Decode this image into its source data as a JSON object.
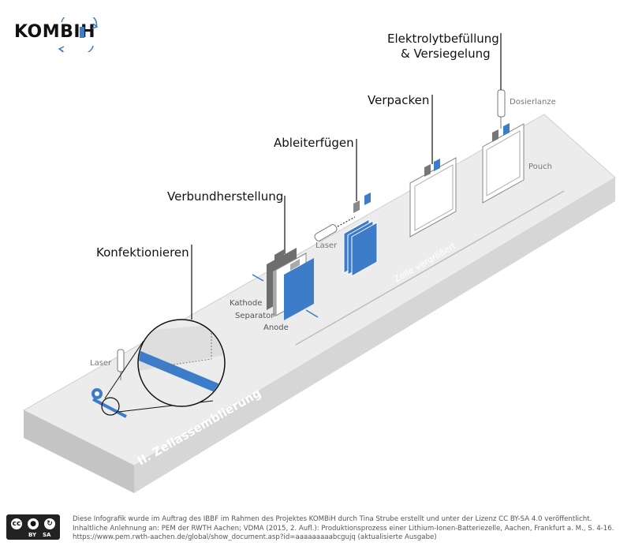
{
  "logo": {
    "text": "KOMBIH"
  },
  "steps": {
    "konfektionieren": "Konfektionieren",
    "verbund": "Verbundherstellung",
    "ableiter": "Ableiterfügen",
    "verpacken": "Verpacken",
    "elektrolyt_line1": "Elektrolytbefüllung",
    "elektrolyt_line2": "& Versiegelung"
  },
  "labels": {
    "laser_left": "Laser",
    "laser_right": "Laser",
    "kathode": "Kathode",
    "separator": "Separator",
    "anode": "Anode",
    "dosierlanze": "Dosierlanze",
    "pouch": "Pouch",
    "zelle": "Zelle vergrößert",
    "platform": "II. Zellassemblierung"
  },
  "footer": {
    "line1": "Diese Infografik wurde im Auftrag des  IBBF im Rahmen des Projektes KOMBiH durch Tina Strube erstellt und unter der Lizenz CC BY-SA 4.0 veröffentlicht.",
    "line2": "Inhaltliche Anlehnung an:  PEM der RWTH Aachen; VDMA (2015, 2. Aufl.): Produktionsprozess einer Lithium-Ionen-Batteriezelle, Aachen, Frankfurt a. M., S. 4-16.",
    "line3": "https://www.pem.rwth-aachen.de/global/show_document.asp?id=aaaaaaaaabcgujq (aktualisierte Ausgabe)",
    "badge_cc": "cc",
    "badge_by": "BY",
    "badge_sa": "SA"
  },
  "colors": {
    "blue": "#3d7cc9",
    "platform_top": "#ececec",
    "platform_front": "#d8d8d8",
    "platform_side": "#c6c6c6",
    "dark_gray": "#6e6e6e",
    "mid_gray": "#9a9a9a"
  }
}
